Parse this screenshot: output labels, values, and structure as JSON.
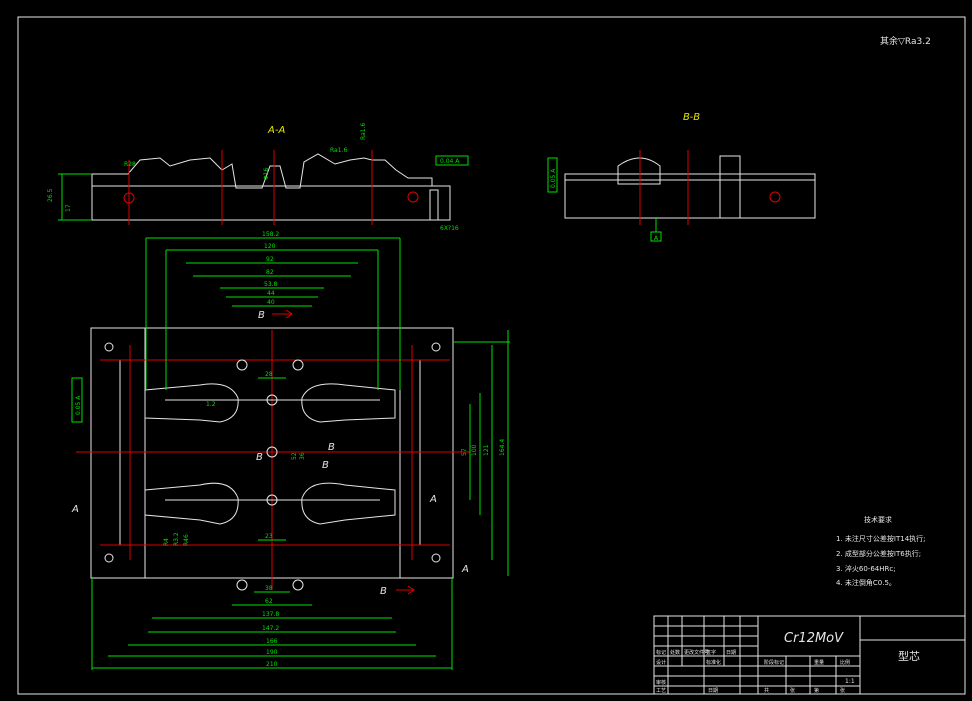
{
  "roughness_note": "其余▽Ra3.2",
  "section_aa": {
    "title": "A-A",
    "ra_top_a": "Ra1.6",
    "ra_top_b": "Ra1.6",
    "ra_left": "R28",
    "tol": "0.04 A",
    "dim_height": "26.5",
    "dim_small": "17",
    "dim_side": "6X?16",
    "dim_center": "Φ16"
  },
  "section_bb": {
    "title": "B-B",
    "tol": "0.05 A",
    "datum": "A"
  },
  "plan_view": {
    "datum_tol": "0.05 A",
    "section_marker_a": "A",
    "section_marker_b": "B",
    "top_dims": [
      "158.2",
      "120",
      "92",
      "82",
      "53.8",
      "44",
      "40"
    ],
    "bottom_dims": [
      "137.8",
      "147.2",
      "166",
      "190",
      "210"
    ],
    "center_dims": [
      "28",
      "38",
      "62",
      "23"
    ],
    "right_dims": [
      "57",
      "100",
      "121",
      "164.4"
    ],
    "left_dims": [
      "R4",
      "R3.2",
      "R46"
    ],
    "small_labels": [
      "1.2",
      "52",
      "36"
    ]
  },
  "tech_req": {
    "title": "技术要求",
    "items": [
      "1. 未注尺寸公差按IT14执行;",
      "2. 成型部分公差按IT6执行;",
      "3. 淬火60-64HRc;",
      "4. 未注倒角C0.5。"
    ]
  },
  "title_block": {
    "material": "Cr12MoV",
    "part_name": "型芯",
    "scale": "1:1",
    "labels": [
      "标记",
      "处数",
      "更改文件号",
      "签字",
      "日期",
      "设计",
      "标准化",
      "阶段标记",
      "重量",
      "比例",
      "审核",
      "工艺",
      "日期",
      "共",
      "张",
      "第",
      "张"
    ]
  },
  "colors": {
    "background": "#000000",
    "line_green": "#00e000",
    "line_white": "#e6e6e6",
    "center_red": "#e00000",
    "annot_yellow": "#e6e600"
  }
}
